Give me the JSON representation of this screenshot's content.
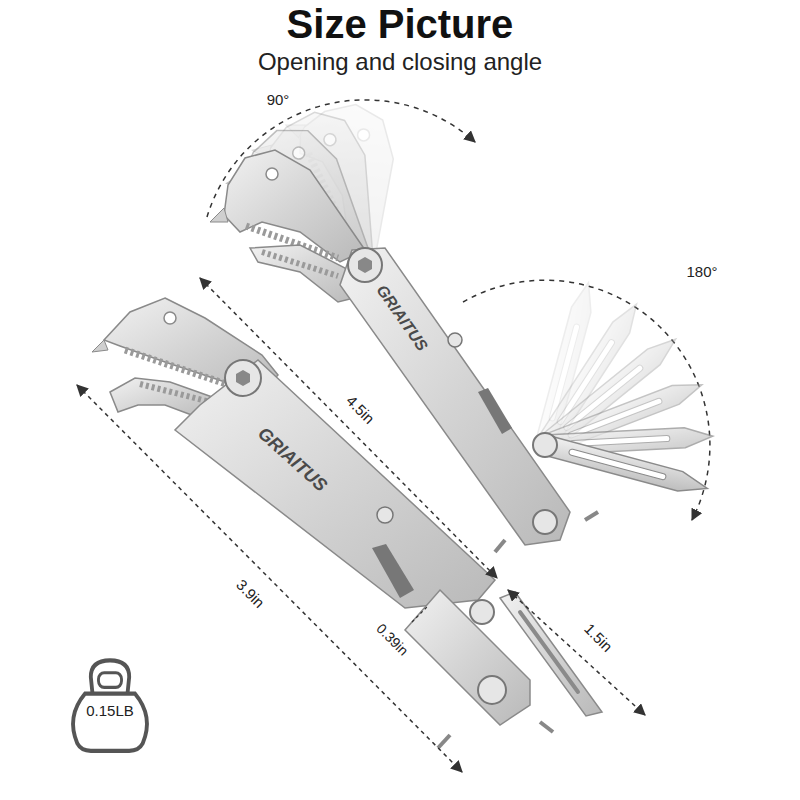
{
  "diagram": {
    "title": "Size Picture",
    "nodes": [
      {
        "text": [
          "0.15LB"
        ]
      }
    ],
    "labels": [
      "Opening and closing angle",
      "90°",
      "GRIAITUS",
      "180°",
      "4.5in",
      "GRIAITUS",
      "3.9in",
      "0.39in",
      "1.5in"
    ]
  }
}
